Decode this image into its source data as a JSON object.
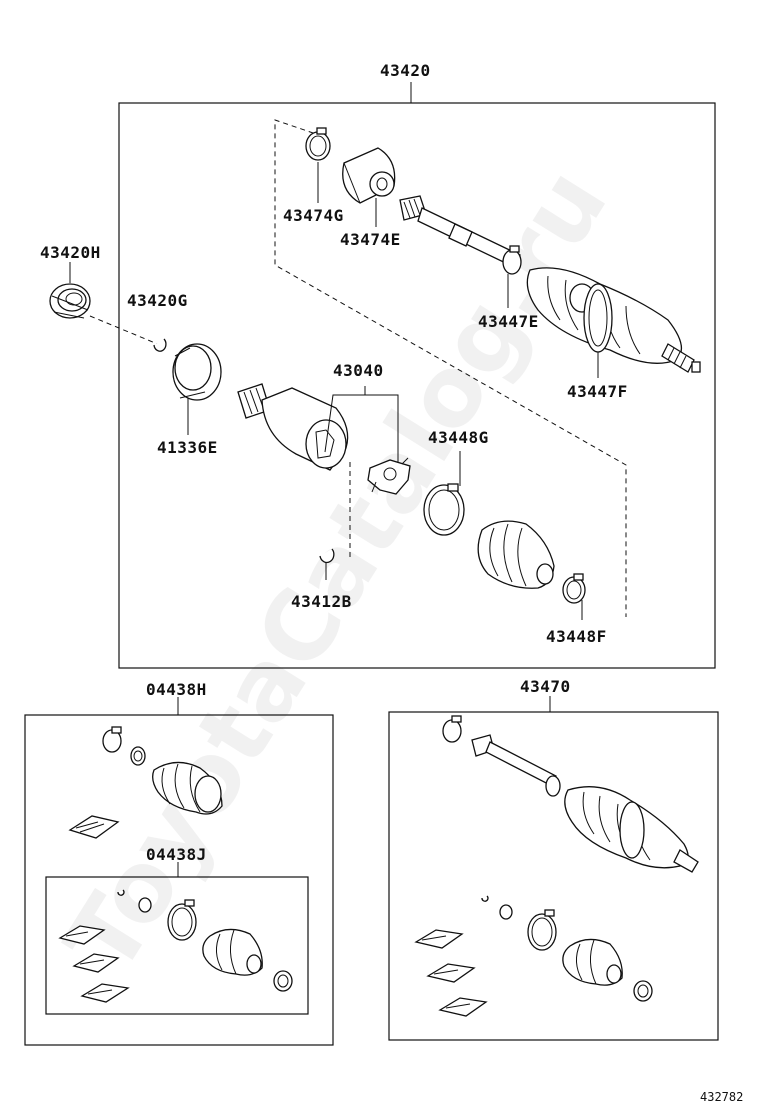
{
  "watermark": "ToyotaCatalog.ru",
  "diagram_code": "432782",
  "labels": {
    "p43420": "43420",
    "p43420H": "43420H",
    "p43420G": "43420G",
    "p41336E": "41336E",
    "p43474G": "43474G",
    "p43474E": "43474E",
    "p43447E": "43447E",
    "p43447F": "43447F",
    "p43040": "43040",
    "p43448G": "43448G",
    "p43412B": "43412B",
    "p43448F": "43448F",
    "p04438H": "04438H",
    "p04438J": "04438J",
    "p43470": "43470"
  }
}
